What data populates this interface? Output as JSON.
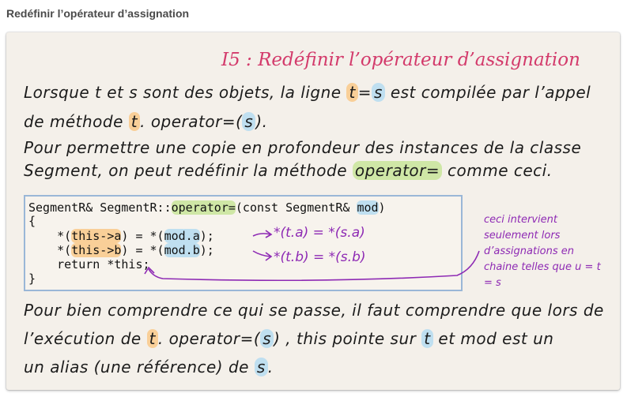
{
  "page": {
    "heading": "Redéfinir l’opérateur d’assignation"
  },
  "slide": {
    "title": "I5 : Redéfinir l’opérateur d’assignation",
    "p1": {
      "l1_a": "Lorsque t et s sont des objets, la ligne",
      "l1_t": "t",
      "l1_eq": "=",
      "l1_s": "s",
      "l1_b": "est compilée par l’appel",
      "l2_a": "de méthode",
      "l2_t": "t",
      "l2_b": ". operator=(",
      "l2_s": "s",
      "l2_c": ")."
    },
    "p2": {
      "l1": "Pour permettre une copie en profondeur des instances de la classe",
      "l2_a": "Segment, on peut redéfinir la méthode",
      "l2_op": "operator=",
      "l2_b": "comme ceci."
    },
    "code": {
      "l1_a": "SegmentR& SegmentR::",
      "l1_op": "operator=",
      "l1_b": "(const SegmentR& ",
      "l1_mod": "mod",
      "l1_c": ")",
      "l2": "{",
      "l3_a": "    *(",
      "l3_this": "this->a",
      "l3_b": ") = *(",
      "l3_mod": "mod.a",
      "l3_c": ");",
      "l4_a": "    *(",
      "l4_this": "this->b",
      "l4_b": ") = *(",
      "l4_mod": "mod.b",
      "l4_c": ");",
      "l5": "    return *this;",
      "l6": "}"
    },
    "annotations": {
      "a_line": "*(t.a) = *(s.a)",
      "b_line": "*(t.b) = *(s.b)",
      "side_note": "ceci intervient seulement lors d’assignations en chaine telles que u = t = s"
    },
    "p3": {
      "l1": "Pour bien comprendre ce qui se passe, il faut comprendre que lors de",
      "l2_a": "l’exécution de",
      "l2_t": "t",
      "l2_b": ". operator=(",
      "l2_s": "s",
      "l2_c": ") , this pointe sur",
      "l2_t2": "t",
      "l2_d": "et mod est un",
      "l3_a": "un alias (une référence) de",
      "l3_s": "s",
      "l3_b": "."
    },
    "colors": {
      "title": "#d33a6b",
      "annotation": "#8e2ab4",
      "highlight_t": "#f9cf98",
      "highlight_s": "#bfdff0",
      "highlight_operator": "#cfe7a6",
      "code_border": "#9ab7d7"
    }
  }
}
